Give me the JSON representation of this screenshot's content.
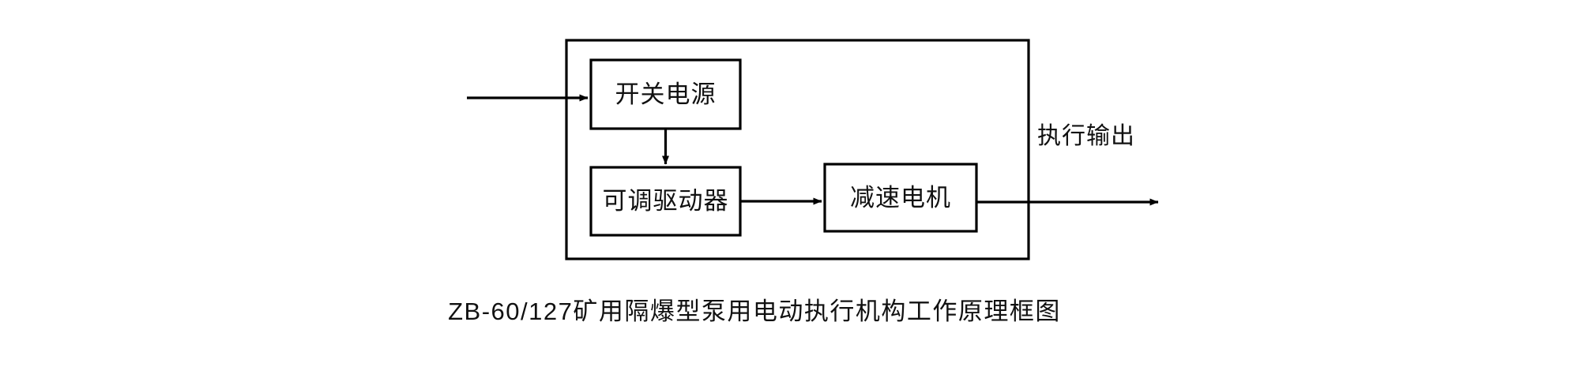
{
  "figure": {
    "caption": "ZB-60/127矿用隔爆型泵用电动执行机构工作原理框图",
    "background_color": "#ffffff",
    "line_color": "#000000",
    "text_color": "#111111"
  },
  "diagram": {
    "type": "block-diagram",
    "enclosure_label": "",
    "blocks": [
      {
        "id": "switching-power-supply",
        "label": "开关电源"
      },
      {
        "id": "adjustable-driver",
        "label": "可调驱动器"
      },
      {
        "id": "gear-motor",
        "label": "减速电机"
      }
    ],
    "edges": [
      {
        "id": "input-edge",
        "from": "external-input",
        "to": "switching-power-supply",
        "label": "",
        "direction": "right"
      },
      {
        "id": "supply-to-driver",
        "from": "switching-power-supply",
        "to": "adjustable-driver",
        "label": "",
        "direction": "down"
      },
      {
        "id": "driver-to-motor",
        "from": "adjustable-driver",
        "to": "gear-motor",
        "label": "",
        "direction": "right"
      },
      {
        "id": "motor-output",
        "from": "gear-motor",
        "to": "external-output",
        "label": "执行输出",
        "direction": "right"
      }
    ],
    "labels": {
      "output": "执行输出"
    }
  }
}
